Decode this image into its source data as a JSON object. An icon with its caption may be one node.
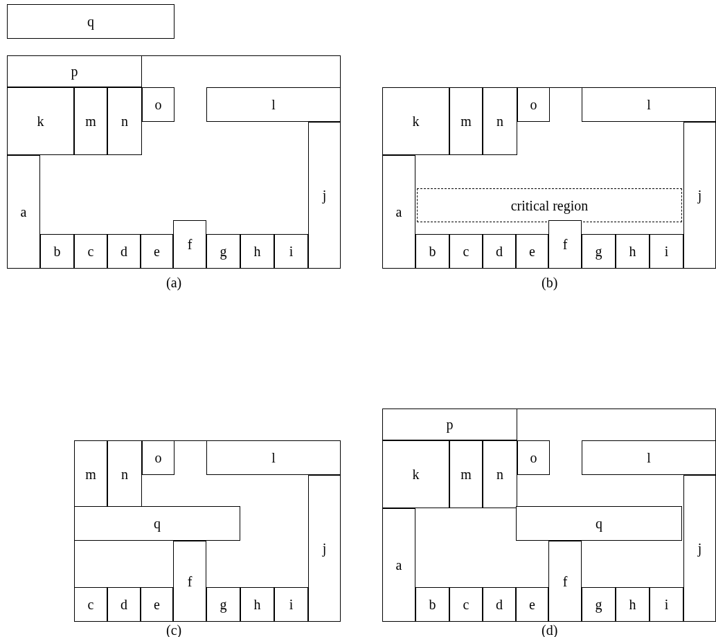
{
  "diagram": {
    "nodes": [
      {
        "text": [
          "q"
        ]
      },
      {
        "text": [],
        "shape": "box"
      },
      {
        "text": [
          "p"
        ],
        "in": 1
      },
      {
        "text": [
          "k"
        ],
        "in": 1
      },
      {
        "text": [
          "m"
        ],
        "in": 1
      },
      {
        "text": [
          "n"
        ],
        "in": 1
      },
      {
        "text": [
          "o"
        ],
        "in": 1
      },
      {
        "text": [
          "l"
        ],
        "in": 1
      },
      {
        "text": [
          "a"
        ],
        "in": 1
      },
      {
        "text": [
          "b"
        ],
        "in": 1
      },
      {
        "text": [
          "c"
        ],
        "in": 1
      },
      {
        "text": [
          "d"
        ],
        "in": 1
      },
      {
        "text": [
          "e"
        ],
        "in": 1
      },
      {
        "text": [
          "f"
        ],
        "in": 1
      },
      {
        "text": [
          "g"
        ],
        "in": 1
      },
      {
        "text": [
          "h"
        ],
        "in": 1
      },
      {
        "text": [
          "i"
        ],
        "in": 1
      },
      {
        "text": [
          "j"
        ],
        "in": 1
      },
      {
        "text": [],
        "shape": "box"
      },
      {
        "text": [
          "k"
        ],
        "in": 18
      },
      {
        "text": [
          "m"
        ],
        "in": 18
      },
      {
        "text": [
          "n"
        ],
        "in": 18
      },
      {
        "text": [
          "o"
        ],
        "in": 18
      },
      {
        "text": [
          "l"
        ],
        "in": 18
      },
      {
        "text": [
          "a"
        ],
        "in": 18
      },
      {
        "text": [
          "critical region"
        ],
        "in": 18
      },
      {
        "text": [
          "b"
        ],
        "in": 18
      },
      {
        "text": [
          "c"
        ],
        "in": 18
      },
      {
        "text": [
          "d"
        ],
        "in": 18
      },
      {
        "text": [
          "e"
        ],
        "in": 18
      },
      {
        "text": [
          "f"
        ],
        "in": 18
      },
      {
        "text": [
          "g"
        ],
        "in": 18
      },
      {
        "text": [
          "h"
        ],
        "in": 18
      },
      {
        "text": [
          "i"
        ],
        "in": 18
      },
      {
        "text": [
          "j"
        ],
        "in": 18
      },
      {
        "text": [],
        "shape": "box"
      },
      {
        "text": [
          "m"
        ],
        "in": 35
      },
      {
        "text": [
          "n"
        ],
        "in": 35
      },
      {
        "text": [
          "o"
        ],
        "in": 35
      },
      {
        "text": [
          "l"
        ],
        "in": 35
      },
      {
        "text": [
          "q"
        ],
        "in": 35
      },
      {
        "text": [
          "c"
        ],
        "in": 35
      },
      {
        "text": [
          "d"
        ],
        "in": 35
      },
      {
        "text": [
          "e"
        ],
        "in": 35
      },
      {
        "text": [
          "f"
        ],
        "in": 35
      },
      {
        "text": [
          "g"
        ],
        "in": 35
      },
      {
        "text": [
          "h"
        ],
        "in": 35
      },
      {
        "text": [
          "i"
        ],
        "in": 35
      },
      {
        "text": [
          "j"
        ],
        "in": 35
      },
      {
        "text": [],
        "shape": "box"
      },
      {
        "text": [
          "p"
        ],
        "in": 49
      },
      {
        "text": [
          "k"
        ],
        "in": 49
      },
      {
        "text": [
          "m"
        ],
        "in": 49
      },
      {
        "text": [
          "n"
        ],
        "in": 49
      },
      {
        "text": [
          "o"
        ],
        "in": 49
      },
      {
        "text": [
          "l"
        ],
        "in": 49
      },
      {
        "text": [
          "a"
        ],
        "in": 49
      },
      {
        "text": [
          "q"
        ],
        "in": 49
      },
      {
        "text": [
          "b"
        ],
        "in": 49
      },
      {
        "text": [
          "c"
        ],
        "in": 49
      },
      {
        "text": [
          "d"
        ],
        "in": 49
      },
      {
        "text": [
          "e"
        ],
        "in": 49
      },
      {
        "text": [
          "f"
        ],
        "in": 49
      },
      {
        "text": [
          "g"
        ],
        "in": 49
      },
      {
        "text": [
          "h"
        ],
        "in": 49
      },
      {
        "text": [
          "i"
        ],
        "in": 49
      },
      {
        "text": [
          "j"
        ],
        "in": 49
      }
    ],
    "edges": [],
    "labels": [
      "(a)",
      "(b)",
      "(c)",
      "(d)"
    ]
  }
}
